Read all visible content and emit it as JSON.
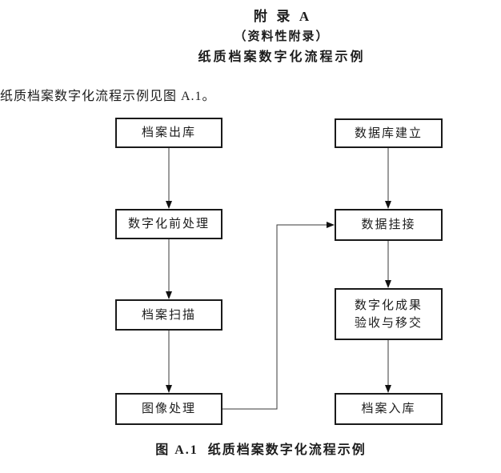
{
  "header": {
    "title_main": "附  录  A",
    "title_sub": "（资料性附录）",
    "title_third": "纸质档案数字化流程示例"
  },
  "intro": "纸质档案数字化流程示例见图 A.1。",
  "flowchart": {
    "left": [
      {
        "label": "档案出库"
      },
      {
        "label": "数字化前处理"
      },
      {
        "label": "档案扫描"
      },
      {
        "label": "图像处理"
      }
    ],
    "right": [
      {
        "label": "数据库建立"
      },
      {
        "label": "数据挂接"
      },
      {
        "label_line1": "数字化成果",
        "label_line2": "验收与移交"
      },
      {
        "label": "档案入库"
      }
    ],
    "connections": [
      {
        "from": "档案出库",
        "to": "数字化前处理"
      },
      {
        "from": "数字化前处理",
        "to": "档案扫描"
      },
      {
        "from": "档案扫描",
        "to": "图像处理"
      },
      {
        "from": "图像处理",
        "to": "数据挂接"
      },
      {
        "from": "数据库建立",
        "to": "数据挂接"
      },
      {
        "from": "数据挂接",
        "to": "数字化成果验收与移交"
      },
      {
        "from": "数字化成果验收与移交",
        "to": "档案入库"
      }
    ]
  },
  "caption": "图 A.1  纸质档案数字化流程示例",
  "colors": {
    "background": "#ffffff",
    "box_border": "#1a1a1a",
    "line": "#3a3a3a",
    "text": "#1c1c1c"
  }
}
